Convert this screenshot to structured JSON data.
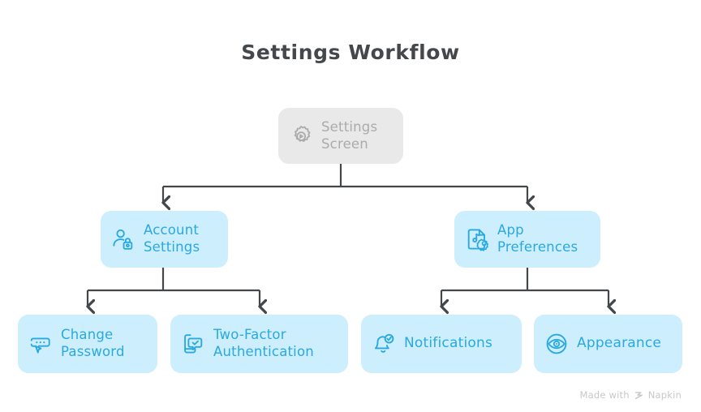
{
  "title": "Settings Workflow",
  "colors": {
    "background": "#ffffff",
    "title_text": "#45484b",
    "root_box": "#e9e9e9",
    "root_text": "#ababab",
    "node_box": "#cdeefc",
    "node_text": "#2aa9e0",
    "node_icon": "#2aa9e0",
    "connector": "#44474a",
    "watermark_text": "#c8c8c8"
  },
  "diagram": {
    "type": "flowchart-tree",
    "orientation": "top-down",
    "root": {
      "id": "settings-screen",
      "label": "Settings\nScreen",
      "icon": "gear-play-icon",
      "style": "gray"
    },
    "branches": [
      {
        "id": "account-settings",
        "label": "Account\nSettings",
        "icon": "person-lock-icon",
        "style": "blue",
        "children": [
          {
            "id": "change-password",
            "label": "Change\nPassword",
            "icon": "password-field-cursor-icon",
            "style": "blue"
          },
          {
            "id": "two-factor-authentication",
            "label": "Two-Factor\nAuthentication",
            "icon": "device-check-bubble-icon",
            "style": "blue"
          }
        ]
      },
      {
        "id": "app-preferences",
        "label": "App\nPreferences",
        "icon": "document-music-gear-icon",
        "style": "blue",
        "children": [
          {
            "id": "notifications",
            "label": "Notifications",
            "icon": "bell-check-icon",
            "style": "blue"
          },
          {
            "id": "appearance",
            "label": "Appearance",
            "icon": "eye-circle-icon",
            "style": "blue"
          }
        ]
      }
    ]
  },
  "watermark": {
    "text_before": "Made with",
    "brand": "Napkin",
    "logo": "napkin-chevrons-icon"
  }
}
